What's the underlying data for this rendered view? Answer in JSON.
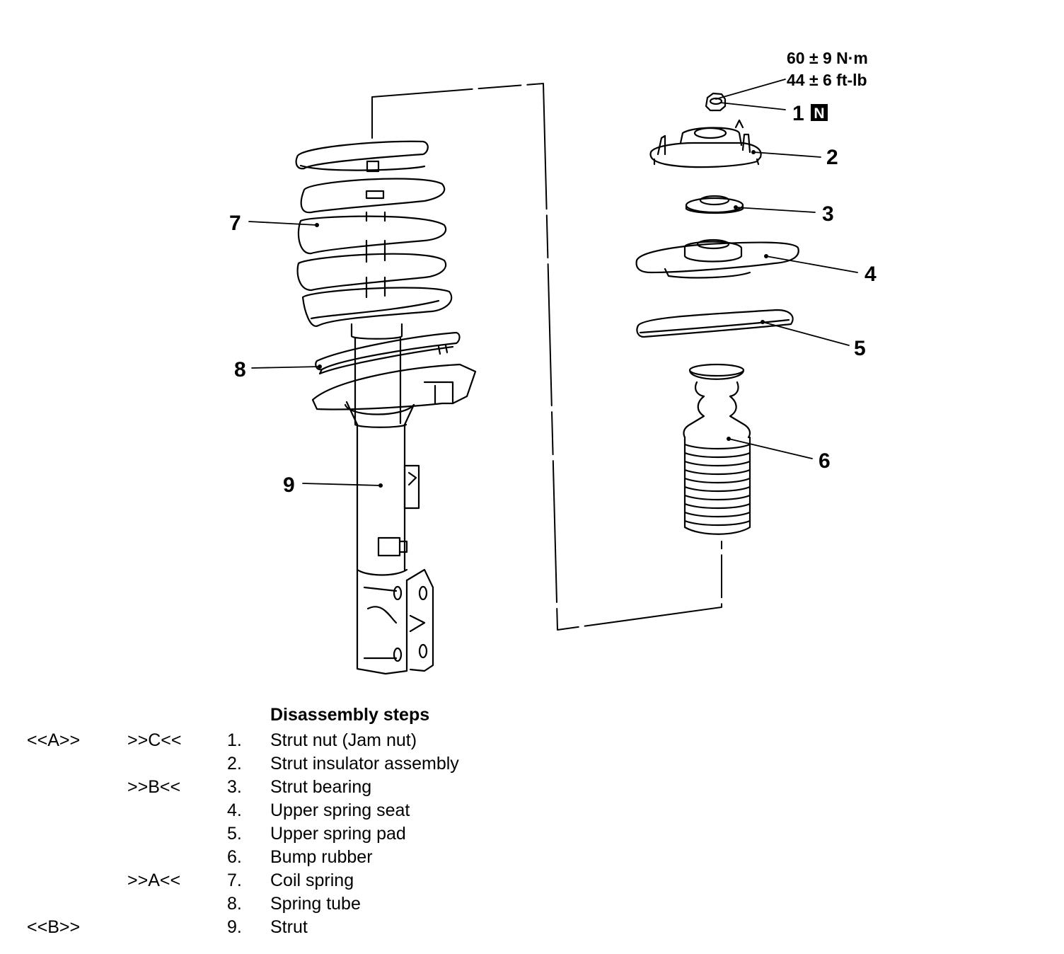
{
  "torque": {
    "metric": "60 ± 9 N·m",
    "imperial": "44 ± 6 ft-lb"
  },
  "callouts": [
    {
      "num": "1",
      "badge": "N"
    },
    {
      "num": "2"
    },
    {
      "num": "3"
    },
    {
      "num": "4"
    },
    {
      "num": "5"
    },
    {
      "num": "6"
    },
    {
      "num": "7"
    },
    {
      "num": "8"
    },
    {
      "num": "9"
    }
  ],
  "steps": {
    "title": "Disassembly steps",
    "items": [
      {
        "removal": "<<A>>",
        "install": ">>C<<",
        "num": "1.",
        "name": "Strut nut (Jam nut)"
      },
      {
        "removal": "",
        "install": "",
        "num": "2.",
        "name": "Strut insulator assembly"
      },
      {
        "removal": "",
        "install": ">>B<<",
        "num": "3.",
        "name": "Strut bearing"
      },
      {
        "removal": "",
        "install": "",
        "num": "4.",
        "name": "Upper spring seat"
      },
      {
        "removal": "",
        "install": "",
        "num": "5.",
        "name": "Upper spring pad"
      },
      {
        "removal": "",
        "install": "",
        "num": "6.",
        "name": "Bump rubber"
      },
      {
        "removal": "",
        "install": ">>A<<",
        "num": "7.",
        "name": "Coil spring"
      },
      {
        "removal": "",
        "install": "",
        "num": "8.",
        "name": "Spring tube"
      },
      {
        "removal": "<<B>>",
        "install": "",
        "num": "9.",
        "name": "Strut"
      }
    ]
  }
}
